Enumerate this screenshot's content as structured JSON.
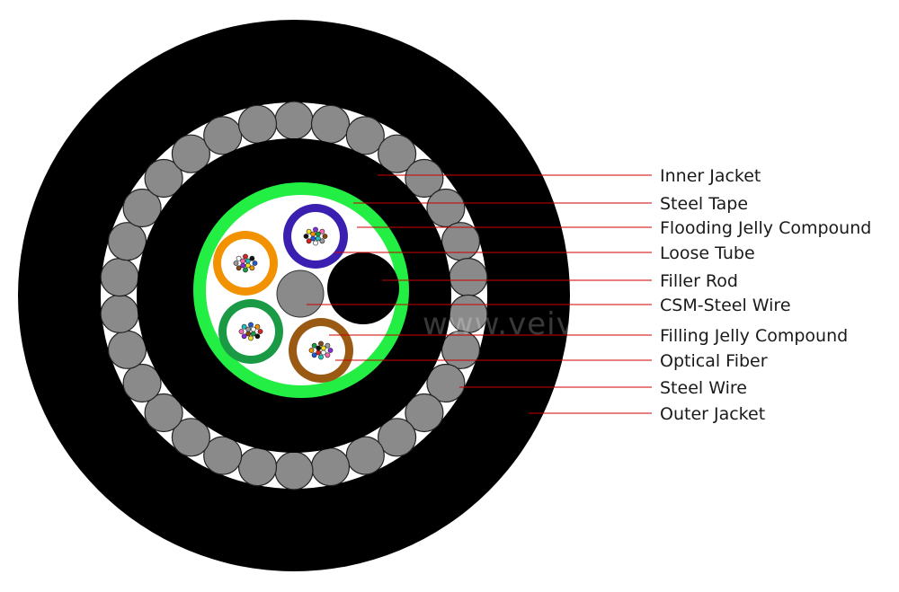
{
  "watermark": "www.veivot.com",
  "labels": [
    "Inner Jacket",
    "Steel Tape",
    "Flooding Jelly Compound",
    "Loose Tube",
    "Filler Rod",
    "CSM-Steel Wire",
    "Filling Jelly Compound",
    "Optical Fiber",
    "Steel Wire",
    "Outer Jacket"
  ],
  "colors": {
    "jacket": "#000000",
    "steel_tape": "#22ee44",
    "steel_wire": "#8a8a8a",
    "leader_line": "#cc0000",
    "tube_orange": "#f39200",
    "tube_blue": "#3a1fb0",
    "tube_green": "#1a9a45",
    "tube_brown": "#9a5a14"
  },
  "loose_tubes": [
    {
      "name": "orange",
      "color": "#f39200"
    },
    {
      "name": "blue",
      "color": "#3a1fb0"
    },
    {
      "name": "green",
      "color": "#1a9a45"
    },
    {
      "name": "brown",
      "color": "#9a5a14"
    }
  ],
  "fiber_colors": [
    "#1f5bd6",
    "#f39200",
    "#1a9a45",
    "#8b4513",
    "#9a9a9a",
    "#ffffff",
    "#e02020",
    "#111111",
    "#f0e020",
    "#8a2be2",
    "#ff69b4",
    "#20c0c0"
  ]
}
